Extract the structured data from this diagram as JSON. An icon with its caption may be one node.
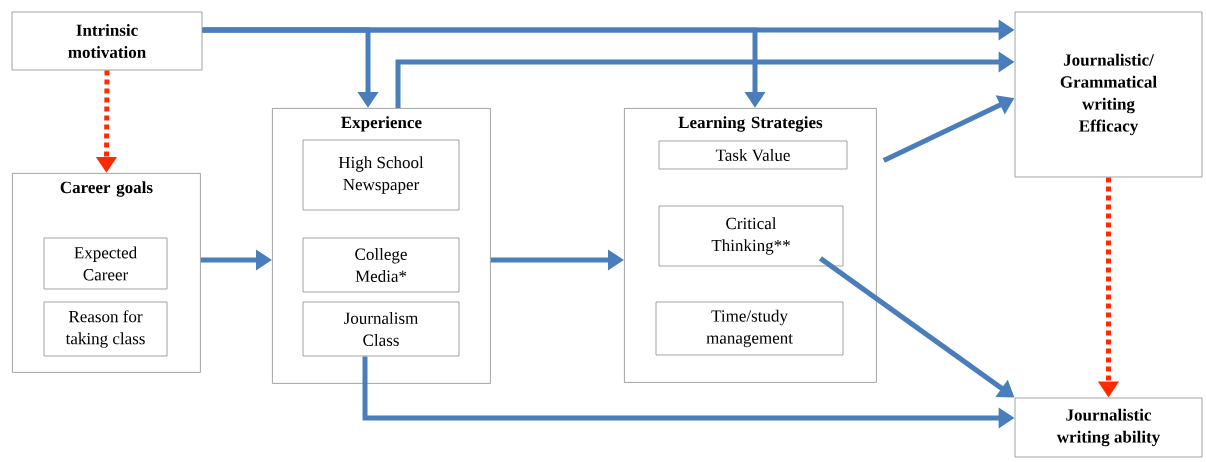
{
  "diagram": {
    "nodes": [
      {
        "text": [
          "Intrinsic motivation"
        ]
      },
      {
        "text": [
          "Career goals"
        ]
      },
      {
        "text": [
          "Expected Career"
        ],
        "in": 1
      },
      {
        "text": [
          "Reason for taking class"
        ],
        "in": 1
      },
      {
        "text": [
          "Experience"
        ]
      },
      {
        "text": [
          "High School Newspaper"
        ],
        "in": 4
      },
      {
        "text": [
          "College Media*"
        ],
        "in": 4
      },
      {
        "text": [
          "Journalism Class"
        ],
        "in": 4
      },
      {
        "text": [
          "Learning Strategies"
        ]
      },
      {
        "text": [
          "Task Value"
        ],
        "in": 8
      },
      {
        "text": [
          "Critical Thinking**"
        ],
        "in": 8
      },
      {
        "text": [
          "Time/study management"
        ],
        "in": 8
      },
      {
        "text": [
          "Journalistic/ Grammatical writing Efficacy"
        ]
      },
      {
        "text": [
          "Journalistic writing ability"
        ]
      }
    ],
    "edges": [
      {
        "from": 0,
        "to": 12,
        "arrow": "to"
      },
      {
        "from": 0,
        "to": 4,
        "arrow": "to"
      },
      {
        "from": 0,
        "to": 8,
        "arrow": "to"
      },
      {
        "from": 4,
        "to": 12,
        "arrow": "to"
      },
      {
        "from": 0,
        "to": 1,
        "arrow": "to",
        "style": "dashed",
        "color": "#ff2a00"
      },
      {
        "from": 1,
        "to": 4,
        "arrow": "to"
      },
      {
        "from": 4,
        "to": 8,
        "arrow": "to"
      },
      {
        "from": 8,
        "to": 12,
        "arrow": "to"
      },
      {
        "from": 10,
        "to": 13,
        "arrow": "to"
      },
      {
        "from": 12,
        "to": 13,
        "arrow": "to",
        "style": "dashed",
        "color": "#ff2a00"
      },
      {
        "from": 7,
        "to": 13,
        "arrow": "to"
      }
    ]
  }
}
